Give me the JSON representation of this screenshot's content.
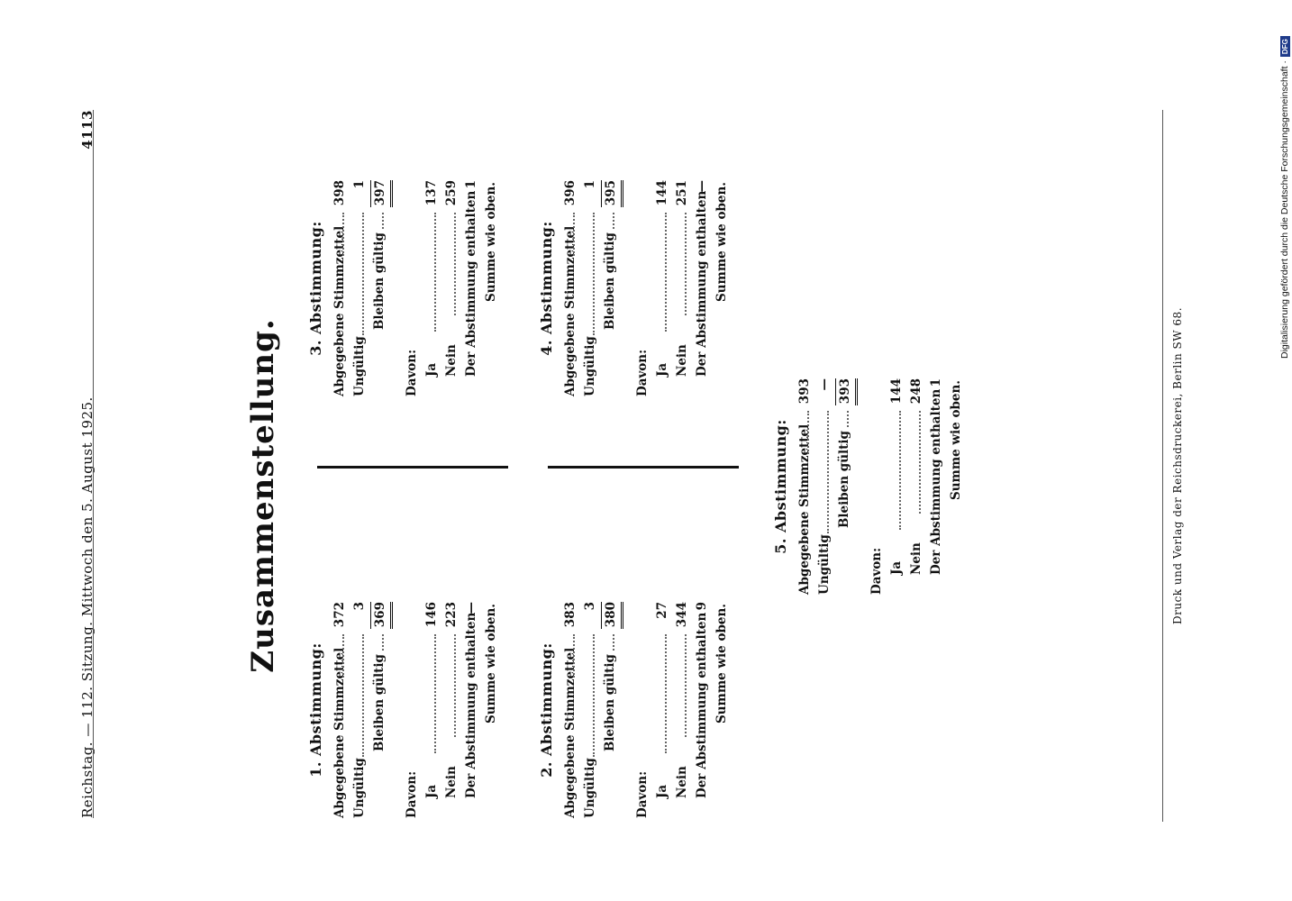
{
  "header": {
    "left": "Reichstag. — 112. Sitzung.   Mittwoch den 5. August 1925.",
    "page_number": "4113"
  },
  "title": "Zusammenstellung.",
  "votes": [
    {
      "title": "1. Abstimmung:",
      "abgegebene_label": "Abgegebene Stimmzettel",
      "abgegebene": "372",
      "ungueltig_label": "Ungültig",
      "ungueltig": "3",
      "bleiben_label": "Bleiben gültig",
      "bleiben": "369",
      "davon_label": "Davon:",
      "ja_label": "Ja",
      "ja": "146",
      "nein_label": "Nein",
      "nein": "223",
      "enthalten_label": "Der Abstimmung enthalten",
      "enthalten": "—",
      "summe_label": "Summe wie oben."
    },
    {
      "title": "2. Abstimmung:",
      "abgegebene_label": "Abgegebene Stimmzettel",
      "abgegebene": "383",
      "ungueltig_label": "Ungültig",
      "ungueltig": "3",
      "bleiben_label": "Bleiben gültig",
      "bleiben": "380",
      "davon_label": "Davon:",
      "ja_label": "Ja",
      "ja": "27",
      "nein_label": "Nein",
      "nein": "344",
      "enthalten_label": "Der Abstimmung enthalten",
      "enthalten": "9",
      "summe_label": "Summe wie oben."
    },
    {
      "title": "3. Abstimmung:",
      "abgegebene_label": "Abgegebene Stimmzettel",
      "abgegebene": "398",
      "ungueltig_label": "Ungültig",
      "ungueltig": "1",
      "bleiben_label": "Bleiben gültig",
      "bleiben": "397",
      "davon_label": "Davon:",
      "ja_label": "Ja",
      "ja": "137",
      "nein_label": "Nein",
      "nein": "259",
      "enthalten_label": "Der Abstimmung enthalten",
      "enthalten": "1",
      "summe_label": "Summe wie oben."
    },
    {
      "title": "4. Abstimmung:",
      "abgegebene_label": "Abgegebene Stimmzettel",
      "abgegebene": "396",
      "ungueltig_label": "Ungültig",
      "ungueltig": "1",
      "bleiben_label": "Bleiben gültig",
      "bleiben": "395",
      "davon_label": "Davon:",
      "ja_label": "Ja",
      "ja": "144",
      "nein_label": "Nein",
      "nein": "251",
      "enthalten_label": "Der Abstimmung enthalten",
      "enthalten": "—",
      "summe_label": "Summe wie oben."
    },
    {
      "title": "5. Abstimmung:",
      "abgegebene_label": "Abgegebene Stimmzettel",
      "abgegebene": "393",
      "ungueltig_label": "Ungültig",
      "ungueltig": "—",
      "bleiben_label": "Bleiben gültig",
      "bleiben": "393",
      "davon_label": "Davon:",
      "ja_label": "Ja",
      "ja": "144",
      "nein_label": "Nein",
      "nein": "248",
      "enthalten_label": "Der Abstimmung enthalten",
      "enthalten": "1",
      "summe_label": "Summe wie oben."
    }
  ],
  "footer": "Druck und Verlag der Reichsdruckerei, Berlin SW 68.",
  "dfg_notice": "Digitalisierung gefördert durch die Deutsche Forschungsgemeinschaft ·",
  "dfg_badge": "DFG"
}
